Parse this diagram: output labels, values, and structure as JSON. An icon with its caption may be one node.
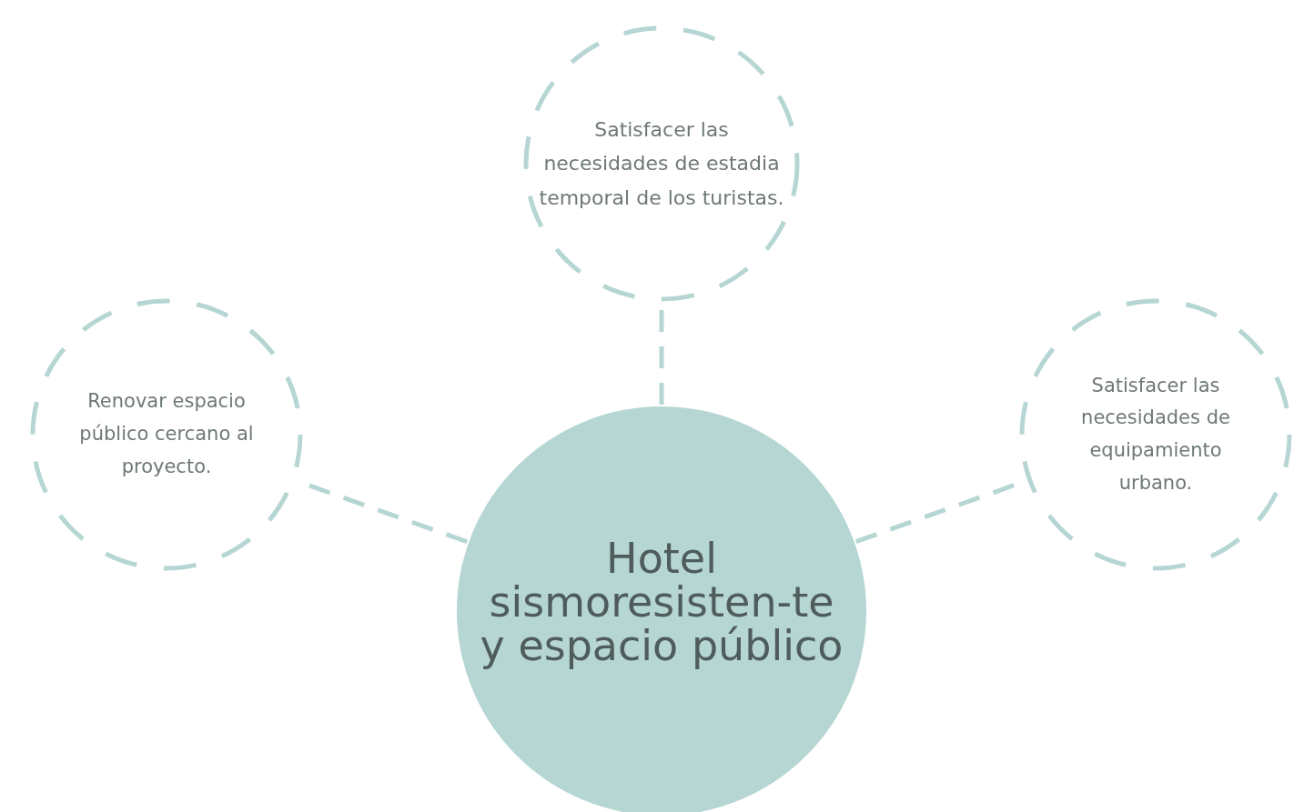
{
  "diagram": {
    "nodes": [
      {
        "text": [
          "Satisfacer las necesidades de estadia temporal de los turistas."
        ]
      },
      {
        "text": [
          "Renovar espacio público cercano al proyecto."
        ]
      },
      {
        "text": [
          "Satisfacer las necesidades de equipamiento urbano."
        ]
      },
      {
        "text": [
          "Hotel sismoresisten-te y espacio público"
        ]
      }
    ],
    "edges": [
      {
        "from": 3,
        "to": 0,
        "arrow": "none",
        "style": "dashed"
      },
      {
        "from": 3,
        "to": 1,
        "arrow": "none",
        "style": "dashed"
      },
      {
        "from": 3,
        "to": 2,
        "arrow": "none",
        "style": "dashed"
      }
    ]
  }
}
